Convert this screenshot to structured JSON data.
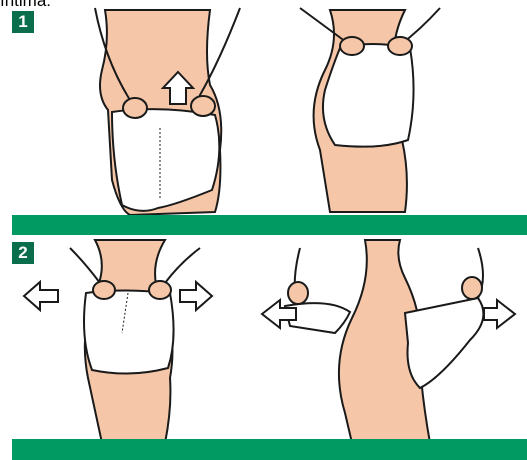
{
  "header_text": "íntima:",
  "steps": [
    {
      "number": "1"
    },
    {
      "number": "2"
    }
  ],
  "colors": {
    "accent_green": "#009a62",
    "badge_green": "#0a6e4c",
    "skin": "#f5c7a8",
    "outline": "#1a1a1a"
  }
}
